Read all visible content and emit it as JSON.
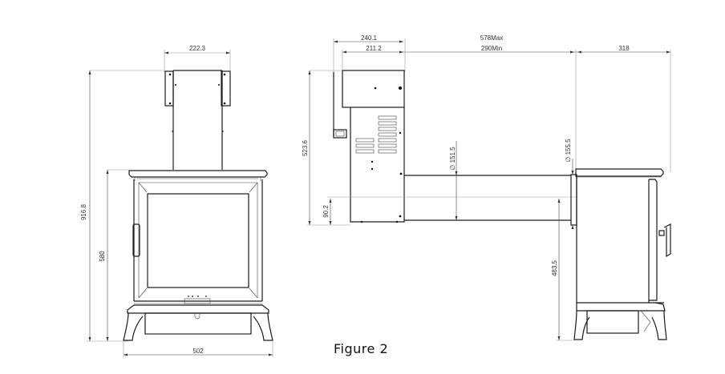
{
  "figure": {
    "caption": "Figure  2",
    "line_color": "#1a1a1a",
    "dimension_color": "#333333",
    "units": "mm"
  },
  "front_view": {
    "flue_width": "222.3",
    "total_height": "916.8",
    "stove_height": "580",
    "stove_width": "502"
  },
  "side_view_flue": {
    "box_outer_depth": "240.1",
    "box_inner_depth": "211.2",
    "pipe_length_max": "578Max",
    "pipe_length_min": "290Min",
    "box_height": "523.6",
    "pipe_offset": "90.2",
    "pipe_diameter_inner": "∅ 151.5",
    "pipe_diameter_collar": "∅ 155.5"
  },
  "side_view_stove": {
    "stove_depth": "318",
    "outlet_height": "483.5"
  }
}
